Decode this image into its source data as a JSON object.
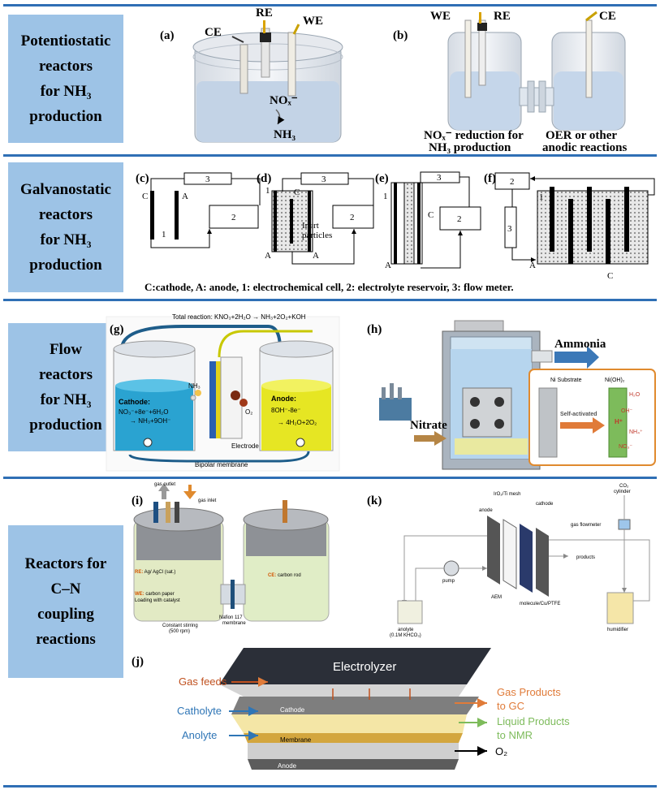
{
  "sections": [
    {
      "lines": [
        "Potentiostatic",
        "reactors",
        "for NH₃",
        "production"
      ]
    },
    {
      "lines": [
        "Galvanostatic",
        "reactors",
        "for NH₃",
        "production"
      ]
    },
    {
      "lines": [
        "Flow",
        "reactors",
        "for NH₃",
        "production"
      ]
    },
    {
      "lines": [
        "Reactors for",
        "C–N",
        "coupling",
        "reactions"
      ]
    }
  ],
  "panel_a": {
    "letter": "(a)",
    "ce": "CE",
    "re": "RE",
    "we": "WE",
    "nox": "NOₓ⁻",
    "nh3": "NH₃"
  },
  "panel_b": {
    "letter": "(b)",
    "we": "WE",
    "re": "RE",
    "ce": "CE",
    "left1": "NOₓ⁻ reduction for",
    "left2": "NH₃ production",
    "right1": "OER or other",
    "right2": "anodic reactions"
  },
  "galv": {
    "c": "(c)",
    "d": "(d)",
    "e": "(e)",
    "f": "(f)",
    "n1": "1",
    "n2": "2",
    "n3": "3",
    "C": "C",
    "A": "A",
    "inert1": "Inert",
    "inert2": "particles",
    "caption": "C:cathode, A: anode, 1: electrochemical cell, 2: electrolyte reservoir, 3: flow meter."
  },
  "panel_g": {
    "letter": "(g)",
    "total": "Total reaction: KNO₃+2H₂O → NH₃+2O₂+KOH",
    "cathode": "Cathode:",
    "cath_rxn1": "NO₃⁻+8e⁻+6H₂O",
    "cath_rxn2": "→ NH₃+9OH⁻",
    "anode": "Anode:",
    "an_rxn1": "8OH⁻-8e⁻",
    "an_rxn2": "→ 4H₂O+2O₂",
    "nh3": "NH₃",
    "o2": "O₂",
    "electrode": "Electrode",
    "membrane": "Bipolar membrane"
  },
  "panel_h": {
    "letter": "(h)",
    "ammonia": "Ammonia",
    "nitrate": "Nitrate",
    "ni_sub": "Ni Substrate",
    "ni_oh": "Ni(OH)₂",
    "self": "Self-activated",
    "h2o": "H₂O",
    "oh": "OH⁻",
    "hplus": "H⁺",
    "nh4": "NH₄⁺",
    "no3": "NO₃⁻"
  },
  "panel_i": {
    "letter": "(i)",
    "gas_out": "gas outlet",
    "gas_in": "gas inlet",
    "re": "RE:",
    "re_txt": " Ag/ AgCl (sat.)",
    "we": "WE:",
    "we_txt": " carbon paper",
    "we_txt2": "Loading with catalyst",
    "ce": "CE:",
    "ce_txt": " carbon rod",
    "stir1": "Constant stirring",
    "stir2": "(500 rpm)",
    "naf1": "Nafion 117",
    "naf2": "membrane"
  },
  "panel_k": {
    "letter": "(k)",
    "co2a": "CO₂",
    "co2b": "cylinder",
    "irox": "IrO₂/Ti mesh",
    "anode": "anode",
    "cathode": "cathode",
    "flowmeter": "gas flowmeter",
    "products": "products",
    "pump": "pump",
    "aem": "AEM",
    "mol": "molecule/Cu/PTFE",
    "anolyte1": "anolyte",
    "anolyte2": "(0.1M KHCO₃)",
    "humid": "humidifier"
  },
  "panel_j": {
    "letter": "(j)",
    "electrolyzer": "Electrolyzer",
    "gasfeeds": "Gas feeds",
    "catholyte": "Catholyte",
    "anolyte": "Anolyte",
    "cathode": "Cathode",
    "membrane": "Membrane",
    "anode": "Anode",
    "gasprod1": "Gas Products",
    "gasprod2": "to GC",
    "liqprod1": "Liquid Products",
    "liqprod2": "to NMR",
    "o2": "O₂"
  },
  "colors": {
    "rule": "#2f6fb5",
    "sidebar": "#9dc3e6",
    "orange": "#e07b39",
    "blue": "#2e75b6",
    "green": "#7dbb5b"
  }
}
